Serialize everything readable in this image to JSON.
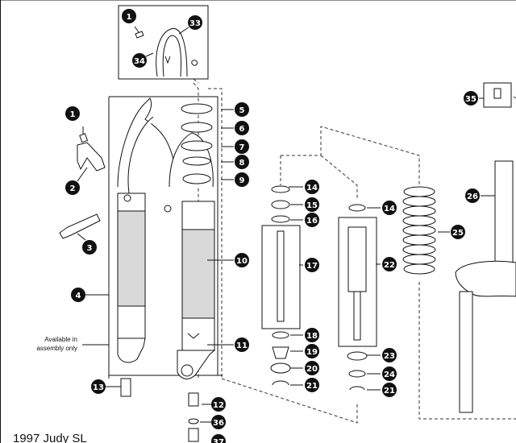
{
  "diagram": {
    "title": "1997 Judy SL",
    "note_line1": "Available in",
    "note_line2": "assembly only",
    "callouts": {
      "c1a": "1",
      "c33": "33",
      "c34": "34",
      "c1": "1",
      "c2": "2",
      "c3": "3",
      "c4": "4",
      "c5": "5",
      "c6": "6",
      "c7": "7",
      "c8": "8",
      "c9": "9",
      "c10": "10",
      "c11": "11",
      "c12": "12",
      "c13": "13",
      "c14a": "14",
      "c15": "15",
      "c16": "16",
      "c17": "17",
      "c18": "18",
      "c19": "19",
      "c20": "20",
      "c21a": "21",
      "c14b": "14",
      "c22": "22",
      "c23": "23",
      "c24": "24",
      "c21b": "21",
      "c25": "25",
      "c26": "26",
      "c35": "35",
      "c36": "36",
      "c37": "37"
    }
  }
}
